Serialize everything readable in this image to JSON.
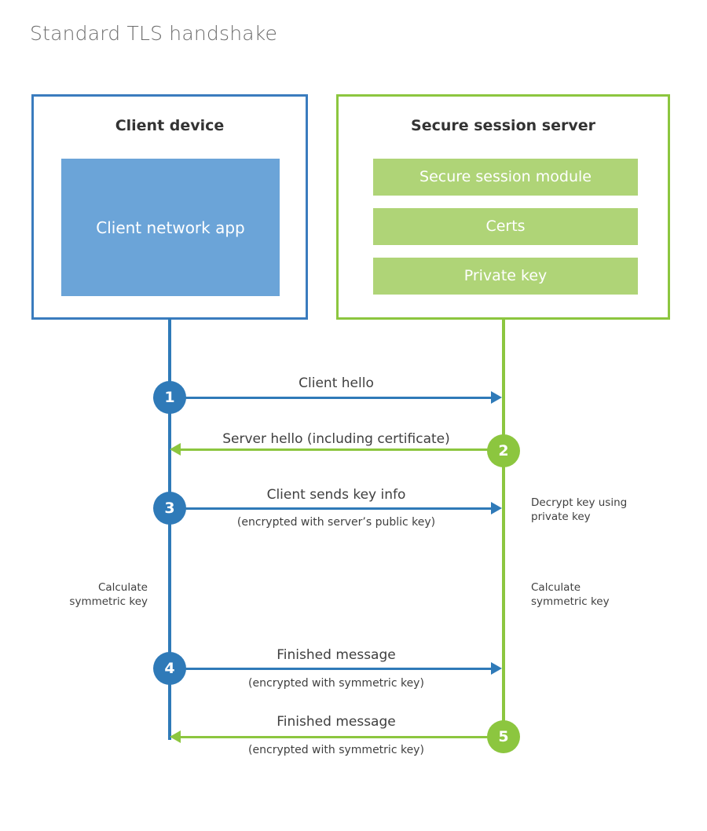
{
  "title": "Standard TLS handshake",
  "colors": {
    "client_accent": "#2f7ab8",
    "client_border": "#3a7cbe",
    "client_block_fill": "#6ba4d8",
    "server_accent": "#8cc63f",
    "server_block_fill": "#afd477",
    "title_text": "#6d6d6d",
    "body_text": "#3f3f3f"
  },
  "actors": {
    "client": {
      "title": "Client device",
      "blocks": [
        {
          "label": "Client network app"
        }
      ]
    },
    "server": {
      "title": "Secure session server",
      "blocks": [
        {
          "label": "Secure session module"
        },
        {
          "label": "Certs"
        },
        {
          "label": "Private key"
        }
      ]
    }
  },
  "steps": [
    {
      "number": "1",
      "origin": "client",
      "direction": "right",
      "label": "Client hello",
      "sublabel": ""
    },
    {
      "number": "2",
      "origin": "server",
      "direction": "left",
      "label": "Server hello (including certificate)",
      "sublabel": ""
    },
    {
      "number": "3",
      "origin": "client",
      "direction": "right",
      "label": "Client sends key info",
      "sublabel": "(encrypted with server’s public key)"
    },
    {
      "number": "4",
      "origin": "client",
      "direction": "right",
      "label": "Finished message",
      "sublabel": "(encrypted with symmetric key)"
    },
    {
      "number": "5",
      "origin": "server",
      "direction": "left",
      "label": "Finished message",
      "sublabel": "(encrypted with symmetric key)"
    }
  ],
  "notes": [
    {
      "id": "decrypt-note",
      "side": "server",
      "line1": "Decrypt key using",
      "line2": "private key"
    },
    {
      "id": "client-symmetric-note",
      "side": "client",
      "line1": "Calculate",
      "line2": "symmetric key"
    },
    {
      "id": "server-symmetric-note",
      "side": "server",
      "line1": "Calculate",
      "line2": "symmetric key"
    }
  ]
}
